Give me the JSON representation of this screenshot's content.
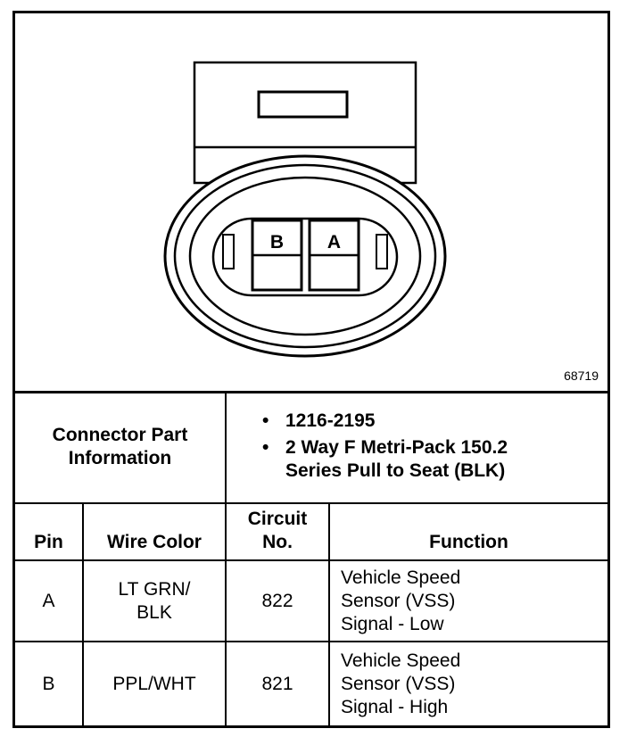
{
  "figure_id": "68719",
  "connector": {
    "pin_labels": [
      "B",
      "A"
    ]
  },
  "part_info": {
    "label_line1": "Connector Part",
    "label_line2": "Information",
    "bullets": [
      "1216-2195",
      "2 Way F Metri-Pack 150.2 Series Pull to Seat (BLK)"
    ]
  },
  "table": {
    "headers": {
      "pin": "Pin",
      "wire_color": "Wire Color",
      "circuit_line1": "Circuit",
      "circuit_line2": "No.",
      "function": "Function"
    },
    "rows": [
      {
        "pin": "A",
        "wire_line1": "LT GRN/",
        "wire_line2": "BLK",
        "circuit": "822",
        "func_line1": "Vehicle Speed",
        "func_line2": "Sensor (VSS)",
        "func_line3": "Signal - Low"
      },
      {
        "pin": "B",
        "wire_line1": "PPL/WHT",
        "wire_line2": "",
        "circuit": "821",
        "func_line1": "Vehicle Speed",
        "func_line2": "Sensor (VSS)",
        "func_line3": "Signal - High"
      }
    ]
  }
}
